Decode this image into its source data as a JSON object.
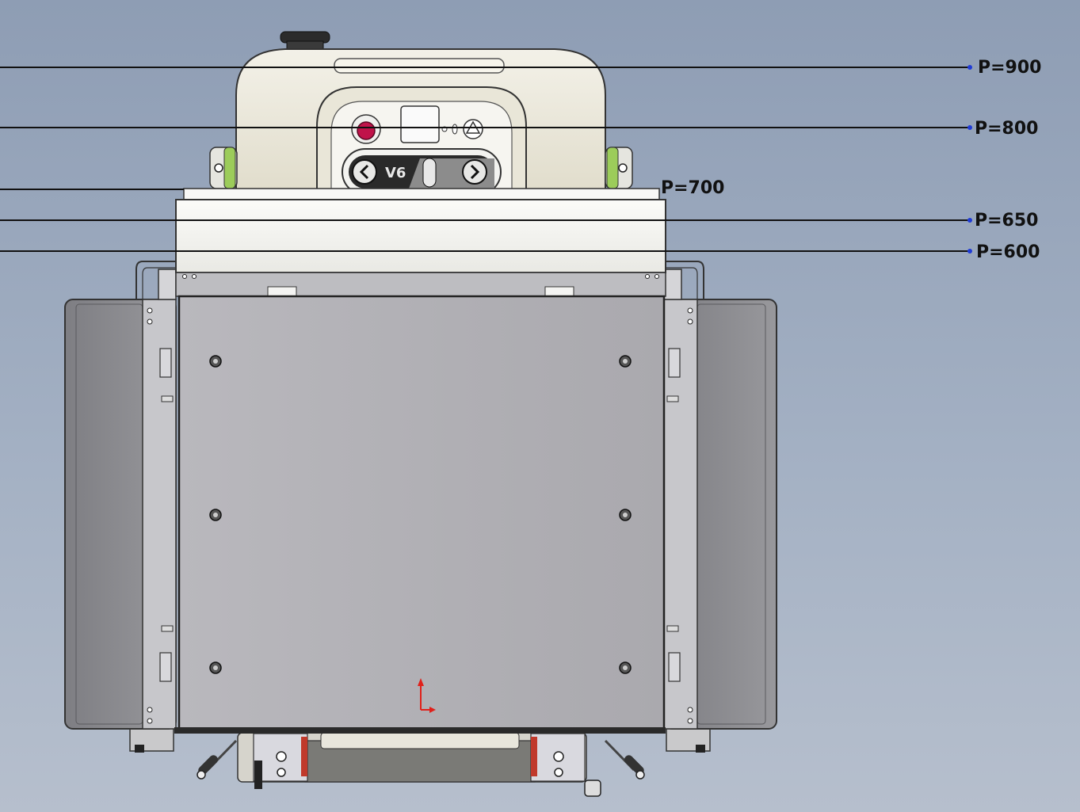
{
  "diagram": {
    "panel_text": "V6",
    "levels": [
      {
        "label": "P=900",
        "value": 900,
        "has_endpoint": true
      },
      {
        "label": "P=800",
        "value": 800,
        "has_endpoint": true
      },
      {
        "label": "P=700",
        "value": 700,
        "has_endpoint": false
      },
      {
        "label": "P=650",
        "value": 650,
        "has_endpoint": true
      },
      {
        "label": "P=600",
        "value": 600,
        "has_endpoint": true
      }
    ]
  },
  "colors": {
    "background_top": "#8e9db4",
    "background_bottom": "#b6bfcd",
    "housing": "#ece9dd",
    "front_panel": "#b4b3b8",
    "side_panel": "#8d8d91",
    "estop": "#c0134a",
    "level_line": "#111111",
    "endpoint_dot": "#1f3bd6",
    "axis_marker": "#e0201a"
  }
}
